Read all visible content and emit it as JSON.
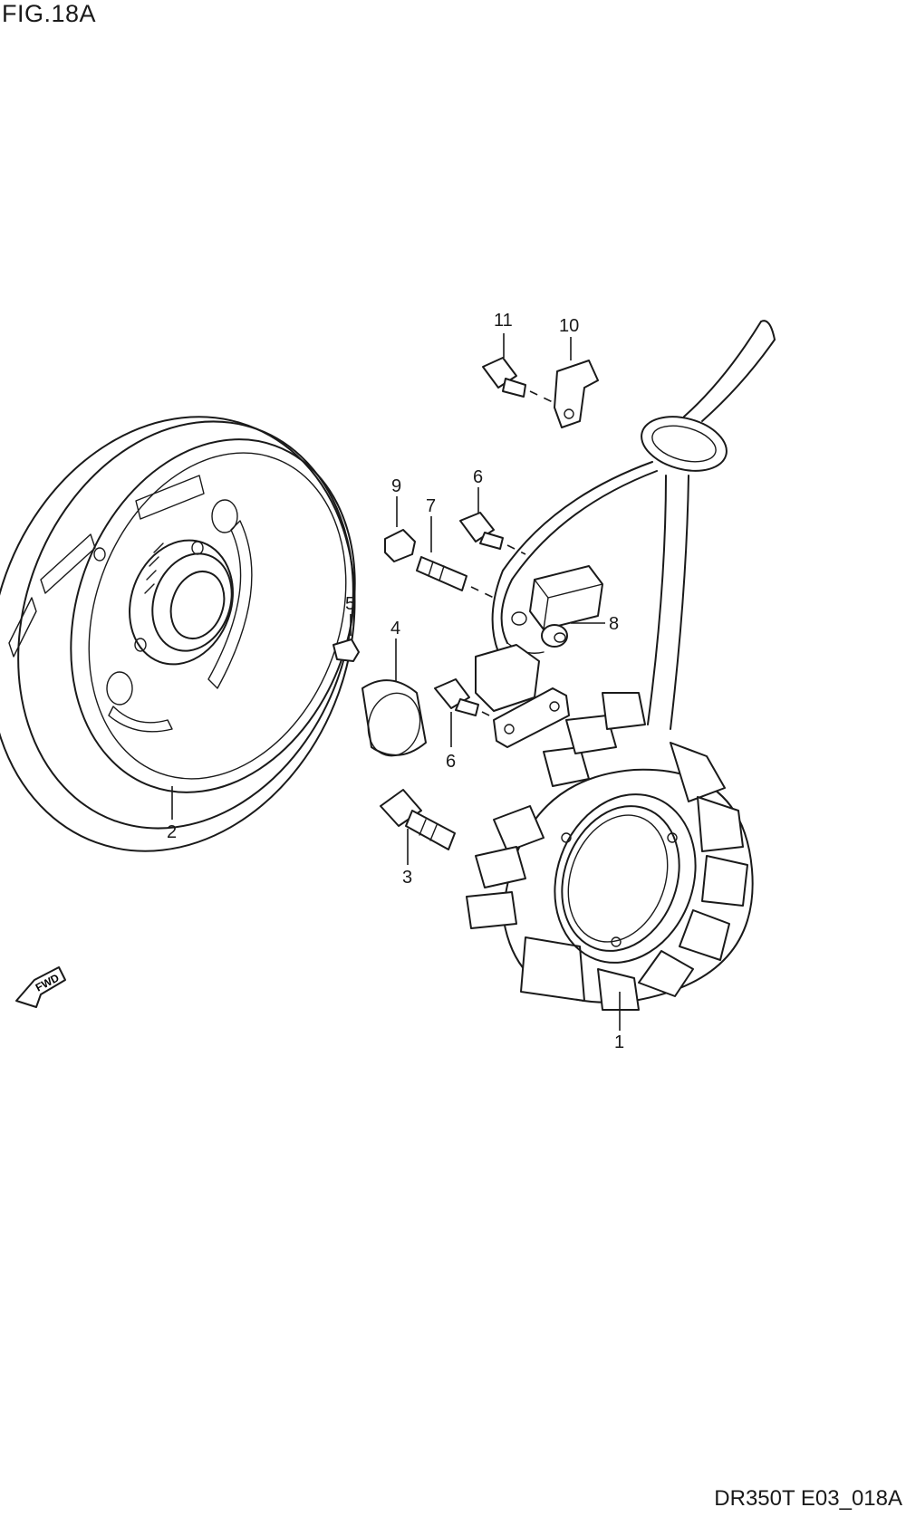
{
  "figure": {
    "title": "FIG.18A",
    "code": "DR350T E03_018A"
  },
  "fwd_marker": {
    "label": "FWD",
    "icon": "fwd-arrow-icon"
  },
  "callouts": [
    {
      "id": "1",
      "text": "1"
    },
    {
      "id": "2",
      "text": "2"
    },
    {
      "id": "3",
      "text": "3"
    },
    {
      "id": "4",
      "text": "4"
    },
    {
      "id": "5",
      "text": "5"
    },
    {
      "id": "6a",
      "text": "6"
    },
    {
      "id": "6b",
      "text": "6"
    },
    {
      "id": "7",
      "text": "7"
    },
    {
      "id": "8",
      "text": "8"
    },
    {
      "id": "9",
      "text": "9"
    },
    {
      "id": "10",
      "text": "10"
    },
    {
      "id": "11",
      "text": "11"
    }
  ]
}
